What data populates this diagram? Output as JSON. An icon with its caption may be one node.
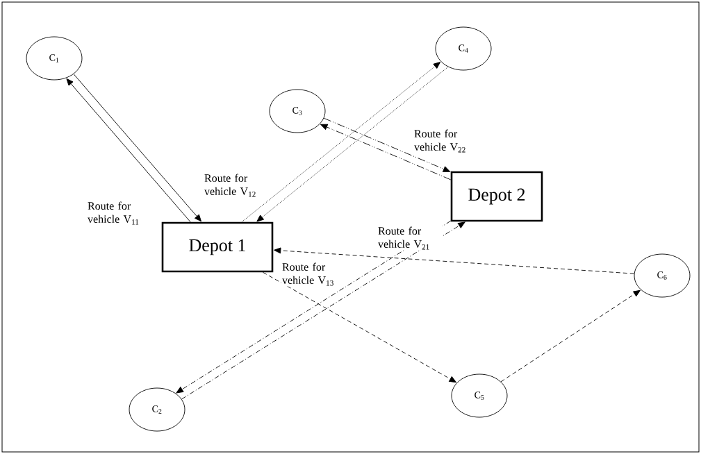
{
  "diagram": {
    "nodes": [
      {
        "text": [
          "C$_{4}$"
        ]
      },
      {
        "text": [
          "C$_{1}$"
        ]
      },
      {
        "text": [
          "C$_{3}$"
        ]
      },
      {
        "text": [
          "Depot 2"
        ]
      },
      {
        "text": [
          "Depot 1"
        ]
      },
      {
        "text": [
          "C$_{6}$"
        ]
      },
      {
        "text": [
          "C$_{5}$"
        ]
      },
      {
        "text": [
          "C$_{2}$"
        ]
      }
    ],
    "edges": [
      {
        "from": 4,
        "to": 1,
        "arrow": "to",
        "label": "Route for vehicle V$_{11}$"
      },
      {
        "from": 1,
        "to": 4,
        "arrow": "to"
      },
      {
        "from": 4,
        "to": 0,
        "arrow": "to",
        "label": "Route for vehicle V$_{12}$",
        "style": "dashed"
      },
      {
        "from": 0,
        "to": 4,
        "arrow": "to",
        "style": "dashed"
      },
      {
        "from": 2,
        "to": 3,
        "arrow": "to",
        "label": "Route for vehicle V$_{22}$",
        "style": "dashed"
      },
      {
        "from": 3,
        "to": 2,
        "arrow": "to",
        "style": "dashed"
      },
      {
        "from": 3,
        "to": 7,
        "arrow": "to",
        "label": "Route for vehicle V$_{21}$",
        "style": "dashed"
      },
      {
        "from": 7,
        "to": 3,
        "arrow": "to",
        "style": "dashed"
      },
      {
        "from": 4,
        "to": 6,
        "arrow": "to",
        "label": "Route for vehicle V$_{13}$",
        "style": "dashed"
      },
      {
        "from": 6,
        "to": 5,
        "arrow": "to",
        "style": "dashed"
      },
      {
        "from": 5,
        "to": 4,
        "arrow": "to",
        "style": "dashed"
      }
    ]
  }
}
